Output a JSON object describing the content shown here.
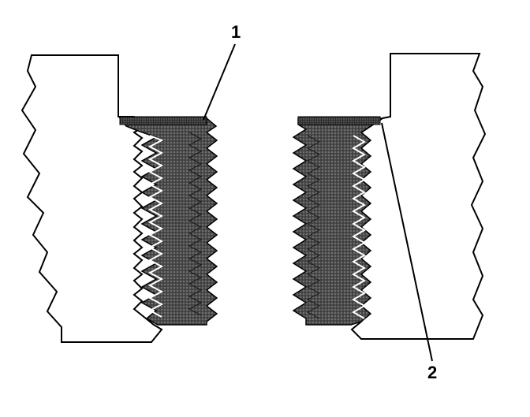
{
  "diagram": {
    "callouts": [
      {
        "id": "1",
        "label": "1"
      },
      {
        "id": "2",
        "label": "2"
      }
    ],
    "colors": {
      "line": "#000000",
      "background": "#ffffff",
      "insert_dark": "#3a3a3a",
      "insert_mid": "#6e6e6e"
    }
  }
}
